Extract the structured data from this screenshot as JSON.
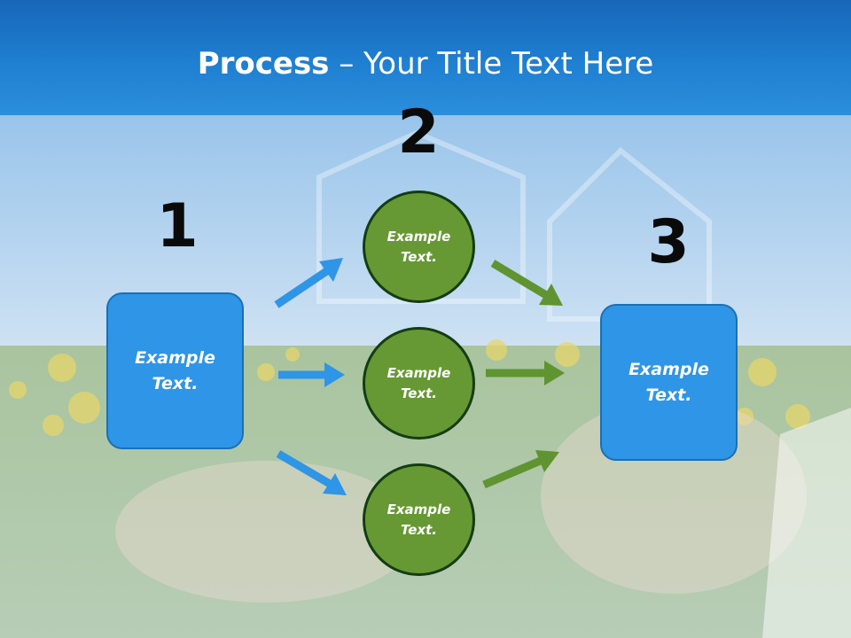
{
  "title": {
    "bold": "Process",
    "rest": " – Your Title Text Here"
  },
  "numbers": [
    "1",
    "2",
    "3"
  ],
  "left_box": {
    "label": "Example\nText."
  },
  "right_box": {
    "label": "Example\nText."
  },
  "circles": [
    {
      "label": "Example\nText."
    },
    {
      "label": "Example\nText."
    },
    {
      "label": "Example\nText."
    }
  ],
  "colors": {
    "title_bar": "#1f7fd1",
    "box_fill": "#2f95e6",
    "circle_fill": "#669933",
    "blue_arrow": "#2f95e6",
    "green_arrow": "#5f9430"
  }
}
